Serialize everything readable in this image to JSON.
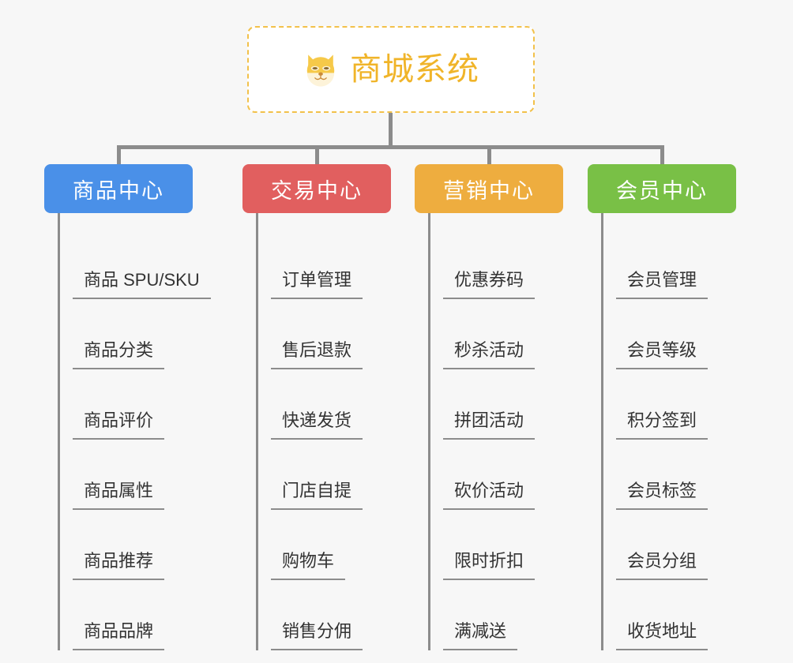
{
  "root": {
    "title": "商城系统",
    "icon": "dog-face-icon",
    "border_color": "#f2c14a",
    "text_color": "#f0b429"
  },
  "connector_color": "#8c8c8c",
  "background_color": "#f7f7f7",
  "branches": [
    {
      "label": "商品中心",
      "color": "#4a90e8",
      "items": [
        "商品 SPU/SKU",
        "商品分类",
        "商品评价",
        "商品属性",
        "商品推荐",
        "商品品牌"
      ]
    },
    {
      "label": "交易中心",
      "color": "#e15f5f",
      "items": [
        "订单管理",
        "售后退款",
        "快递发货",
        "门店自提",
        "购物车",
        "销售分佣"
      ]
    },
    {
      "label": "营销中心",
      "color": "#eead3f",
      "items": [
        "优惠券码",
        "秒杀活动",
        "拼团活动",
        "砍价活动",
        "限时折扣",
        "满减送"
      ]
    },
    {
      "label": "会员中心",
      "color": "#79c046",
      "items": [
        "会员管理",
        "会员等级",
        "积分签到",
        "会员标签",
        "会员分组",
        "收货地址"
      ]
    }
  ]
}
